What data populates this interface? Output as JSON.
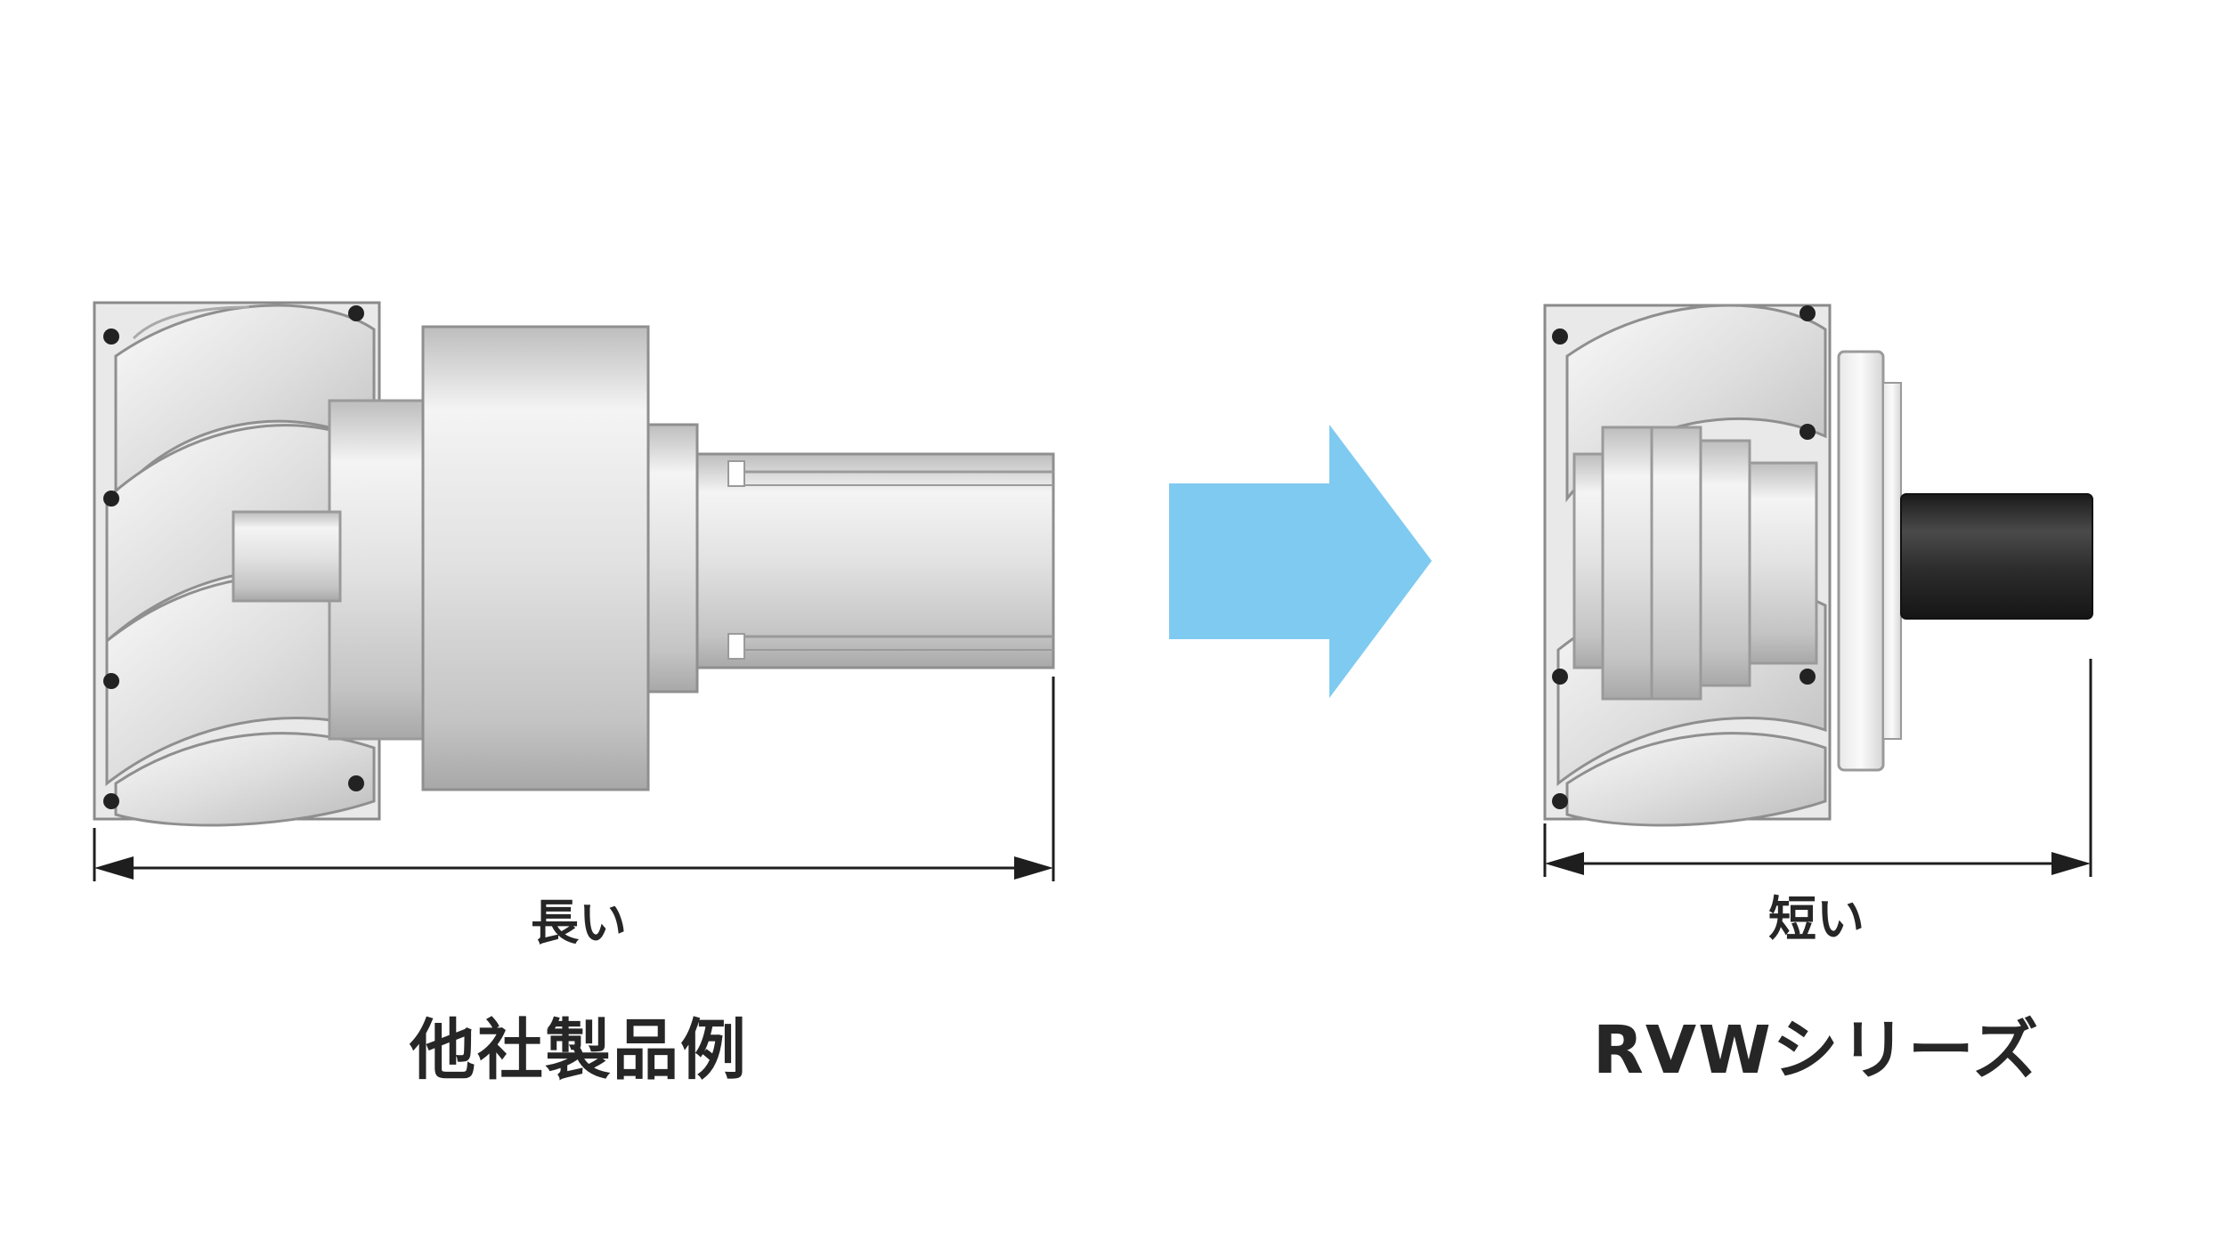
{
  "diagram": {
    "left": {
      "dimension_label": "長い",
      "caption": "他社製品例"
    },
    "right": {
      "dimension_label": "短い",
      "caption": "RVWシリーズ"
    },
    "colors": {
      "arrow": "#7fcaf0",
      "line": "#1e1e1e",
      "text": "#262626",
      "metal_light": "#f2f2f2",
      "metal_mid": "#cfcfcf",
      "metal_dark": "#9a9a9a",
      "motor_shaft": "#2e2e2e"
    }
  }
}
